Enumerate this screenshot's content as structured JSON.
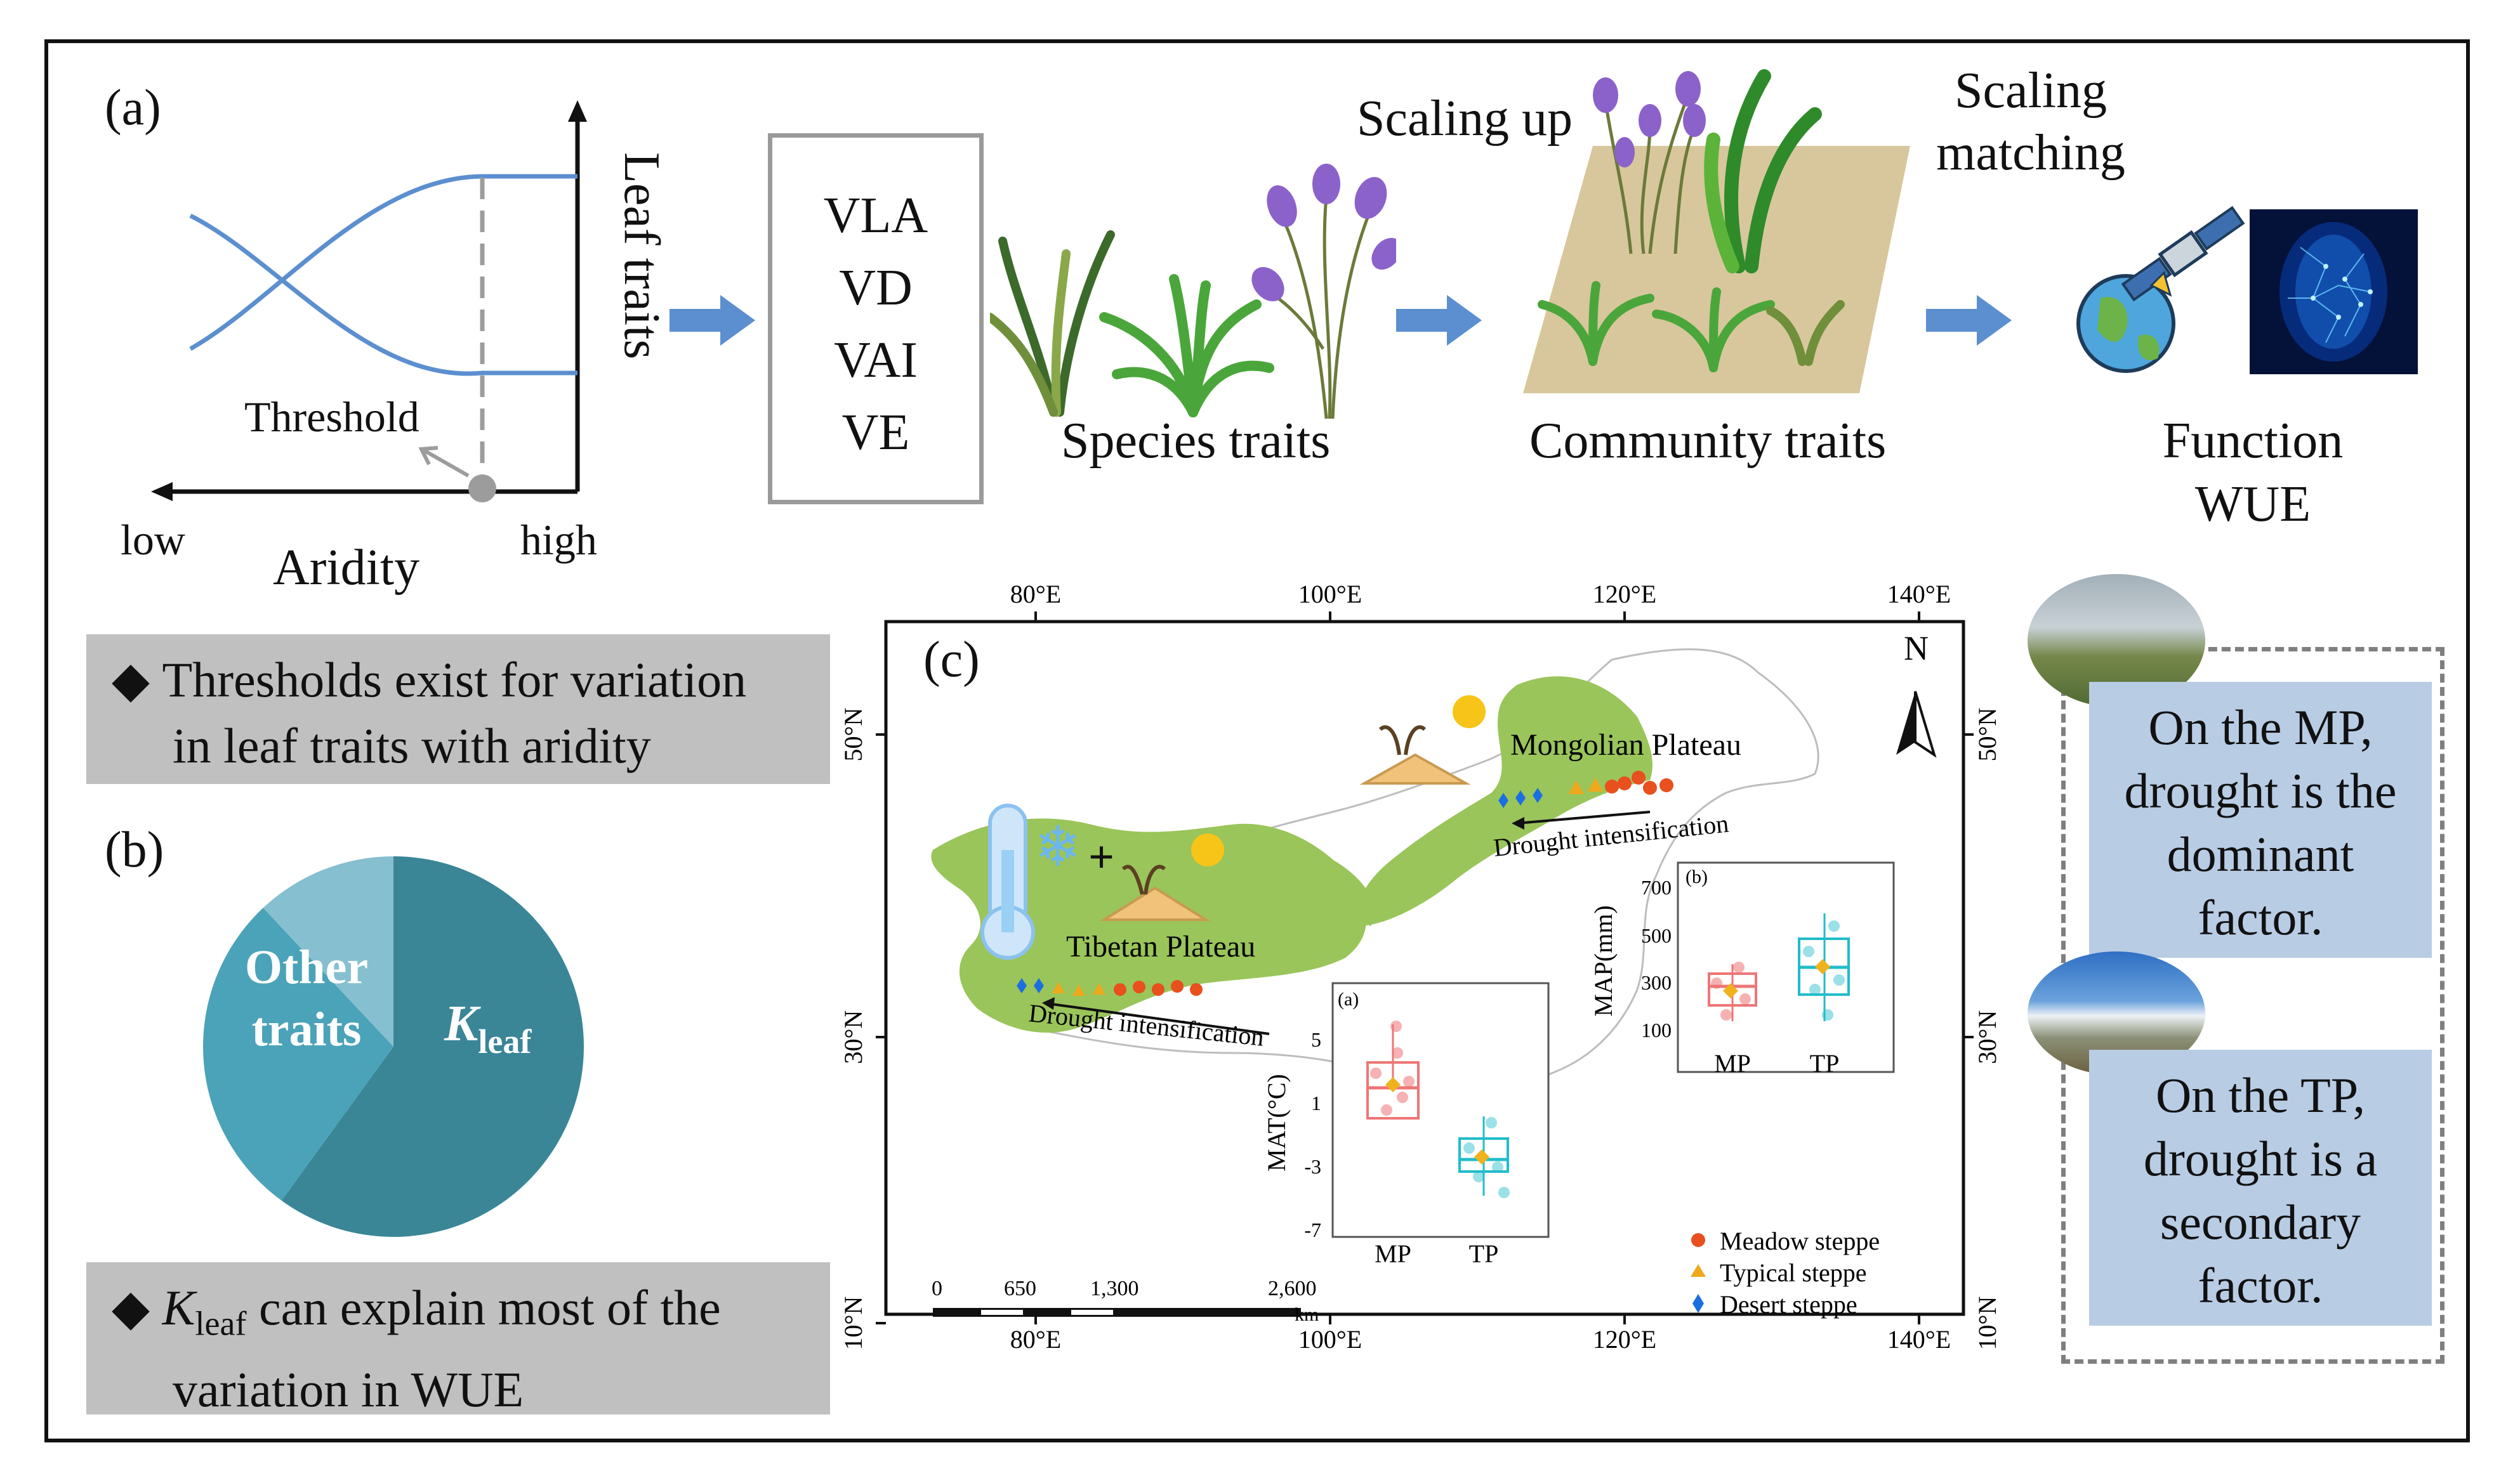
{
  "panel_a": {
    "label": "(a)",
    "y_axis_label": "Leaf traits",
    "threshold_label": "Threshold",
    "x_low": "low",
    "x_high": "high",
    "x_axis_label": "Aridity",
    "traits": [
      "VLA",
      "VD",
      "VAI",
      "VE"
    ],
    "species_label": "Species traits",
    "scaling_up_label": "Scaling up",
    "community_label": "Community traits",
    "scaling_matching_line1": "Scaling",
    "scaling_matching_line2": "matching",
    "function_line1": "Function",
    "function_line2": "WUE",
    "finding_line1": "Thresholds exist for variation",
    "finding_line2": "in leaf traits with aridity",
    "bullet": "◆",
    "colors": {
      "curve": "#5b8fd0",
      "arrow": "#5b8fd0",
      "threshold": "#9c9c9c"
    }
  },
  "panel_b": {
    "label": "(b)",
    "slices": [
      {
        "label": "K",
        "sub": "leaf",
        "color": "#3a8697",
        "share": 0.6
      },
      {
        "label_line1": "Other",
        "label_line2": "traits",
        "color": "#4aa3b8",
        "share": 0.28
      },
      {
        "color": "#86bfd0",
        "share": 0.12
      }
    ],
    "finding_k": "K",
    "finding_sub": "leaf",
    "finding_rest": " can explain most of the",
    "finding_line2": "variation in WUE"
  },
  "panel_c": {
    "label": "(c)",
    "lon_labels": [
      "80°E",
      "100°E",
      "120°E",
      "140°E"
    ],
    "lat_labels": [
      "50°N",
      "30°N",
      "10°N"
    ],
    "north": "N",
    "mongolian_plateau": "Mongolian Plateau",
    "tibetan_plateau": "Tibetan Plateau",
    "drought_label": "Drought intensification",
    "scale_labels": [
      "0",
      "650",
      "1,300",
      "2,600"
    ],
    "scale_unit": "km",
    "legend": [
      {
        "label": "Meadow steppe",
        "color": "#e8501e",
        "marker": "circle"
      },
      {
        "label": "Typical steppe",
        "color": "#f0a81c",
        "marker": "triangle"
      },
      {
        "label": "Desert steppe",
        "color": "#1c6fe0",
        "marker": "diamond"
      }
    ],
    "inset_a": {
      "label": "(a)",
      "ylabel": "MAT(°C)",
      "yticks": [
        "5",
        "1",
        "-3",
        "-7"
      ],
      "categories": [
        "MP",
        "TP"
      ]
    },
    "inset_b": {
      "label": "(b)",
      "ylabel": "MAP(mm)",
      "yticks": [
        "700",
        "500",
        "300",
        "100"
      ],
      "categories": [
        "MP",
        "TP"
      ]
    },
    "colors": {
      "land": "#9ac55a",
      "mp_box": "#ef7575",
      "tp_box": "#21bccb",
      "mean": "#f0b21c"
    }
  },
  "conclusions": {
    "mp": [
      "On the MP,",
      "drought is the",
      "dominant",
      "factor."
    ],
    "tp": [
      "On the TP,",
      "drought is a",
      "secondary",
      "factor."
    ]
  }
}
